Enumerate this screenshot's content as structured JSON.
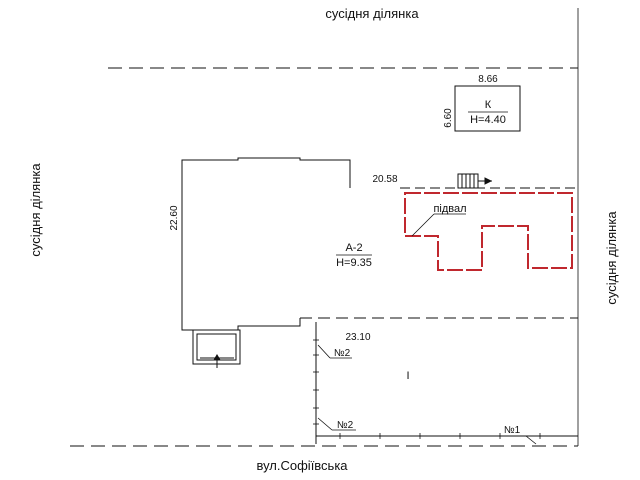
{
  "labels": {
    "top_neighbor": "сусідня ділянка",
    "left_neighbor": "сусідня ділянка",
    "right_neighbor": "сусідня ділянка",
    "street": "вул.Софіївська"
  },
  "building_main": {
    "code": "А-2",
    "height": "Н=9.35",
    "dim_width_top": "20.58",
    "dim_height_left": "22.60",
    "dim_width_bottom": "23.10"
  },
  "building_small": {
    "code": "К",
    "height": "Н=4.40",
    "dim_width": "8.66",
    "dim_height": "6.60"
  },
  "basement": {
    "label": "підвал"
  },
  "yard": {
    "label": "І"
  },
  "fence_marks": {
    "mark_2a": "№2",
    "mark_2b": "№2",
    "mark_1": "№1"
  },
  "colors": {
    "line": "#111111",
    "basement_outline": "#c0282e"
  }
}
